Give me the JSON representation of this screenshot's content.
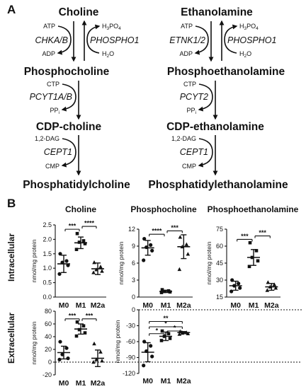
{
  "panel_a": {
    "label": "A",
    "choline_pathway": {
      "metabolites": [
        "Choline",
        "Phosphocholine",
        "CDP-choline",
        "Phosphatidylcholine"
      ],
      "kinase": {
        "enzyme": "CHKA/B",
        "in": "ATP",
        "out": "ADP"
      },
      "phosphatase": {
        "enzyme": "PHOSPHO1",
        "out": "H3PO4",
        "in": "H2O"
      },
      "step2": {
        "enzyme": "PCYT1A/B",
        "in": "CTP",
        "out": "PPi"
      },
      "step3": {
        "enzyme": "CEPT1",
        "in": "1,2-DAG",
        "out": "CMP"
      }
    },
    "ethanolamine_pathway": {
      "metabolites": [
        "Ethanolamine",
        "Phosphoethanolamine",
        "CDP-ethanolamine",
        "Phosphatidylethanolamine"
      ],
      "kinase": {
        "enzyme": "ETNK1/2",
        "in": "ATP",
        "out": "ADP"
      },
      "phosphatase": {
        "enzyme": "PHOSPHO1",
        "out": "H3PO4",
        "in": "H2O"
      },
      "step2": {
        "enzyme": "PCYT2",
        "in": "CTP",
        "out": "PPi"
      },
      "step3": {
        "enzyme": "CEPT1",
        "in": "1,2-DAG",
        "out": "CMP"
      }
    }
  },
  "panel_b": {
    "label": "B",
    "row_labels": [
      "Intracellular",
      "Extracellular"
    ],
    "column_titles": [
      "Choline",
      "Phosphocholine",
      "Phosphoethanolamine"
    ],
    "ylabel": "nmol/mg protein",
    "colors": {
      "ink": "#111111"
    }
  },
  "chart_data": [
    {
      "type": "scatter",
      "id": "intra-choline",
      "row": "Intracellular",
      "title": "Choline",
      "ylabel": "nmol/mg protein",
      "categories": [
        "M0",
        "M1",
        "M2a"
      ],
      "yticks": [
        0,
        0.5,
        1.0,
        1.5,
        2.0,
        2.5
      ],
      "ytick_labels": [
        "0.0",
        "0.5",
        "1.0",
        "1.5",
        "2.0",
        "2.5"
      ],
      "ylim": [
        0,
        2.5
      ],
      "groups": [
        {
          "name": "M0",
          "marker": "circle",
          "points": [
            1.5,
            1.25,
            1.2,
            1.1,
            0.8
          ],
          "mean": 1.15,
          "sd": 0.3
        },
        {
          "name": "M1",
          "marker": "square",
          "points": [
            2.2,
            1.95,
            1.9,
            1.85,
            1.65
          ],
          "mean": 1.88,
          "sd": 0.2
        },
        {
          "name": "M2a",
          "marker": "triangle",
          "points": [
            1.2,
            1.05,
            0.95,
            0.9,
            0.85
          ],
          "mean": 0.98,
          "sd": 0.2
        }
      ],
      "significance": [
        {
          "from": "M0",
          "to": "M1",
          "label": "***",
          "y": 2.35
        },
        {
          "from": "M1",
          "to": "M2a",
          "label": "****",
          "y": 2.45
        }
      ]
    },
    {
      "type": "scatter",
      "id": "intra-phosphocholine",
      "row": "Intracellular",
      "title": "Phosphocholine",
      "ylabel": "nmol/mg protein",
      "categories": [
        "M0",
        "M1",
        "M2a"
      ],
      "yticks": [
        0,
        3,
        6,
        9,
        12
      ],
      "ytick_labels": [
        "0",
        "3",
        "6",
        "9",
        "12"
      ],
      "ylim": [
        0,
        12
      ],
      "groups": [
        {
          "name": "M0",
          "marker": "circle",
          "points": [
            10.3,
            9.2,
            8.8,
            8.2,
            6.5
          ],
          "mean": 8.7,
          "sd": 1.3
        },
        {
          "name": "M1",
          "marker": "square",
          "points": [
            1.3,
            1.1,
            1.0,
            0.9,
            0.8
          ],
          "mean": 1.0,
          "sd": 0.2
        },
        {
          "name": "M2a",
          "marker": "triangle",
          "points": [
            10.6,
            9.3,
            8.9,
            7.6,
            4.9
          ],
          "mean": 8.9,
          "sd": 2.1
        }
      ],
      "significance": [
        {
          "from": "M0",
          "to": "M1",
          "label": "****",
          "y": 11.1
        },
        {
          "from": "M1",
          "to": "M2a",
          "label": "***",
          "y": 11.7
        }
      ]
    },
    {
      "type": "scatter",
      "id": "intra-phosphoethanolamine",
      "row": "Intracellular",
      "title": "Phosphoethanolamine",
      "ylabel": "nmol/mg protein",
      "categories": [
        "M0",
        "M1",
        "M2a"
      ],
      "yticks": [
        15,
        30,
        45,
        60,
        75
      ],
      "ytick_labels": [
        "15",
        "30",
        "45",
        "60",
        "75"
      ],
      "ylim": [
        15,
        75
      ],
      "groups": [
        {
          "name": "M0",
          "marker": "circle",
          "points": [
            30,
            27,
            25,
            23,
            20
          ],
          "mean": 25,
          "sd": 4
        },
        {
          "name": "M1",
          "marker": "square",
          "points": [
            63,
            56,
            50,
            47,
            42
          ],
          "mean": 50,
          "sd": 7
        },
        {
          "name": "M2a",
          "marker": "triangle",
          "points": [
            28,
            26,
            24,
            23,
            21
          ],
          "mean": 24,
          "sd": 3
        }
      ],
      "significance": [
        {
          "from": "M0",
          "to": "M1",
          "label": "***",
          "y": 66
        },
        {
          "from": "M1",
          "to": "M2a",
          "label": "***",
          "y": 69
        }
      ]
    },
    {
      "type": "scatter",
      "id": "extra-choline",
      "row": "Extracellular",
      "title": "",
      "ylabel": "nmol/mg protein",
      "categories": [
        "M0",
        "M1",
        "M2a"
      ],
      "yticks": [
        -20,
        0,
        20,
        40,
        60,
        80
      ],
      "ytick_labels": [
        "-20",
        "0",
        "20",
        "40",
        "60",
        "80"
      ],
      "ylim": [
        -20,
        80
      ],
      "zero_line": true,
      "groups": [
        {
          "name": "M0",
          "marker": "circle",
          "points": [
            32,
            22,
            12,
            6,
            4
          ],
          "mean": 15,
          "sd": 10
        },
        {
          "name": "M1",
          "marker": "square",
          "points": [
            63,
            57,
            51,
            46,
            41
          ],
          "mean": 52,
          "sd": 8
        },
        {
          "name": "M2a",
          "marker": "triangle",
          "points": [
            29,
            16,
            4,
            2,
            0
          ],
          "mean": 6,
          "sd": 13
        }
      ],
      "significance": [
        {
          "from": "M0",
          "to": "M1",
          "label": "***",
          "y": 68
        },
        {
          "from": "M1",
          "to": "M2a",
          "label": "***",
          "y": 68
        }
      ]
    },
    {
      "type": "scatter",
      "id": "extra-phosphocholine",
      "row": "Extracellular",
      "title": "",
      "ylabel": "nmol/mg protein",
      "categories": [
        "M0",
        "M1",
        "M2a"
      ],
      "yticks": [
        0,
        -30,
        -60,
        -90,
        -120
      ],
      "ytick_labels": [
        "0",
        "-30",
        "-60",
        "-90",
        "-120"
      ],
      "ylim": [
        -120,
        0
      ],
      "zero_line": true,
      "groups": [
        {
          "name": "M0",
          "marker": "circle",
          "points": [
            -60,
            -68,
            -78,
            -88,
            -105
          ],
          "mean": -80,
          "sd": 18
        },
        {
          "name": "M1",
          "marker": "square",
          "points": [
            -40,
            -45,
            -50,
            -54,
            -58
          ],
          "mean": -50,
          "sd": 8
        },
        {
          "name": "M2a",
          "marker": "triangle",
          "points": [
            -41,
            -43,
            -44,
            -45,
            -46
          ],
          "mean": -43,
          "sd": 2
        }
      ],
      "significance": [
        {
          "from": "M0",
          "to": "M2a",
          "label": "**",
          "y": -22
        },
        {
          "from": "M0",
          "to": "M2a",
          "label": "*",
          "y": -32
        },
        {
          "from": "M0",
          "to": "M1",
          "label": "*",
          "y": -45
        },
        {
          "from": "M1",
          "to": "M2a",
          "label": "*",
          "y": -40
        }
      ]
    }
  ]
}
